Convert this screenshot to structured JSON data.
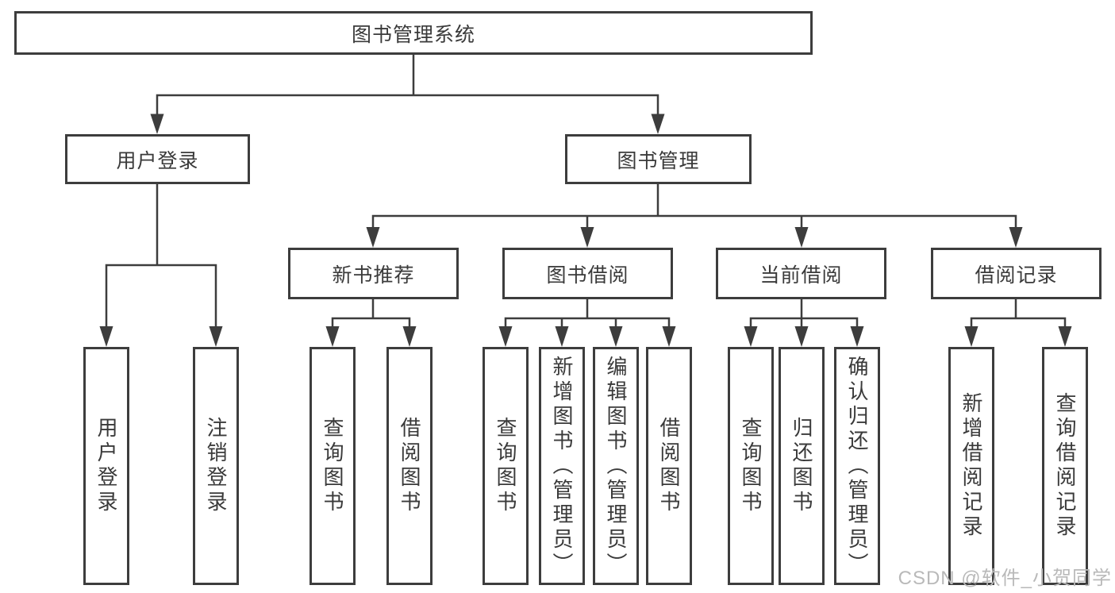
{
  "diagram": {
    "root": {
      "label": "图书管理系统"
    },
    "level2": [
      {
        "label": "用户登录"
      },
      {
        "label": "图书管理"
      }
    ],
    "level3": [
      {
        "label": "新书推荐"
      },
      {
        "label": "图书借阅"
      },
      {
        "label": "当前借阅"
      },
      {
        "label": "借阅记录"
      }
    ],
    "leaves": {
      "login": [
        {
          "label": "用户登录"
        },
        {
          "label": "注销登录"
        }
      ],
      "recommend": [
        {
          "label": "查询图书"
        },
        {
          "label": "借阅图书"
        }
      ],
      "borrow": [
        {
          "label": "查询图书"
        },
        {
          "label": "新增图书（管理员）"
        },
        {
          "label": "编辑图书（管理员）"
        },
        {
          "label": "借阅图书"
        }
      ],
      "current": [
        {
          "label": "查询图书"
        },
        {
          "label": "归还图书"
        },
        {
          "label": "确认归还（管理员）"
        }
      ],
      "records": [
        {
          "label": "新增借阅记录"
        },
        {
          "label": "查询借阅记录"
        }
      ]
    }
  },
  "watermark": {
    "text": "CSDN @软件_小贺同学",
    "color": "#b9b9b9"
  },
  "colors": {
    "line": "#3d3d3d",
    "border": "#3d3d3d",
    "text": "#3a3a3a",
    "box_background": "#ffffff",
    "page_background": "#ffffff"
  }
}
